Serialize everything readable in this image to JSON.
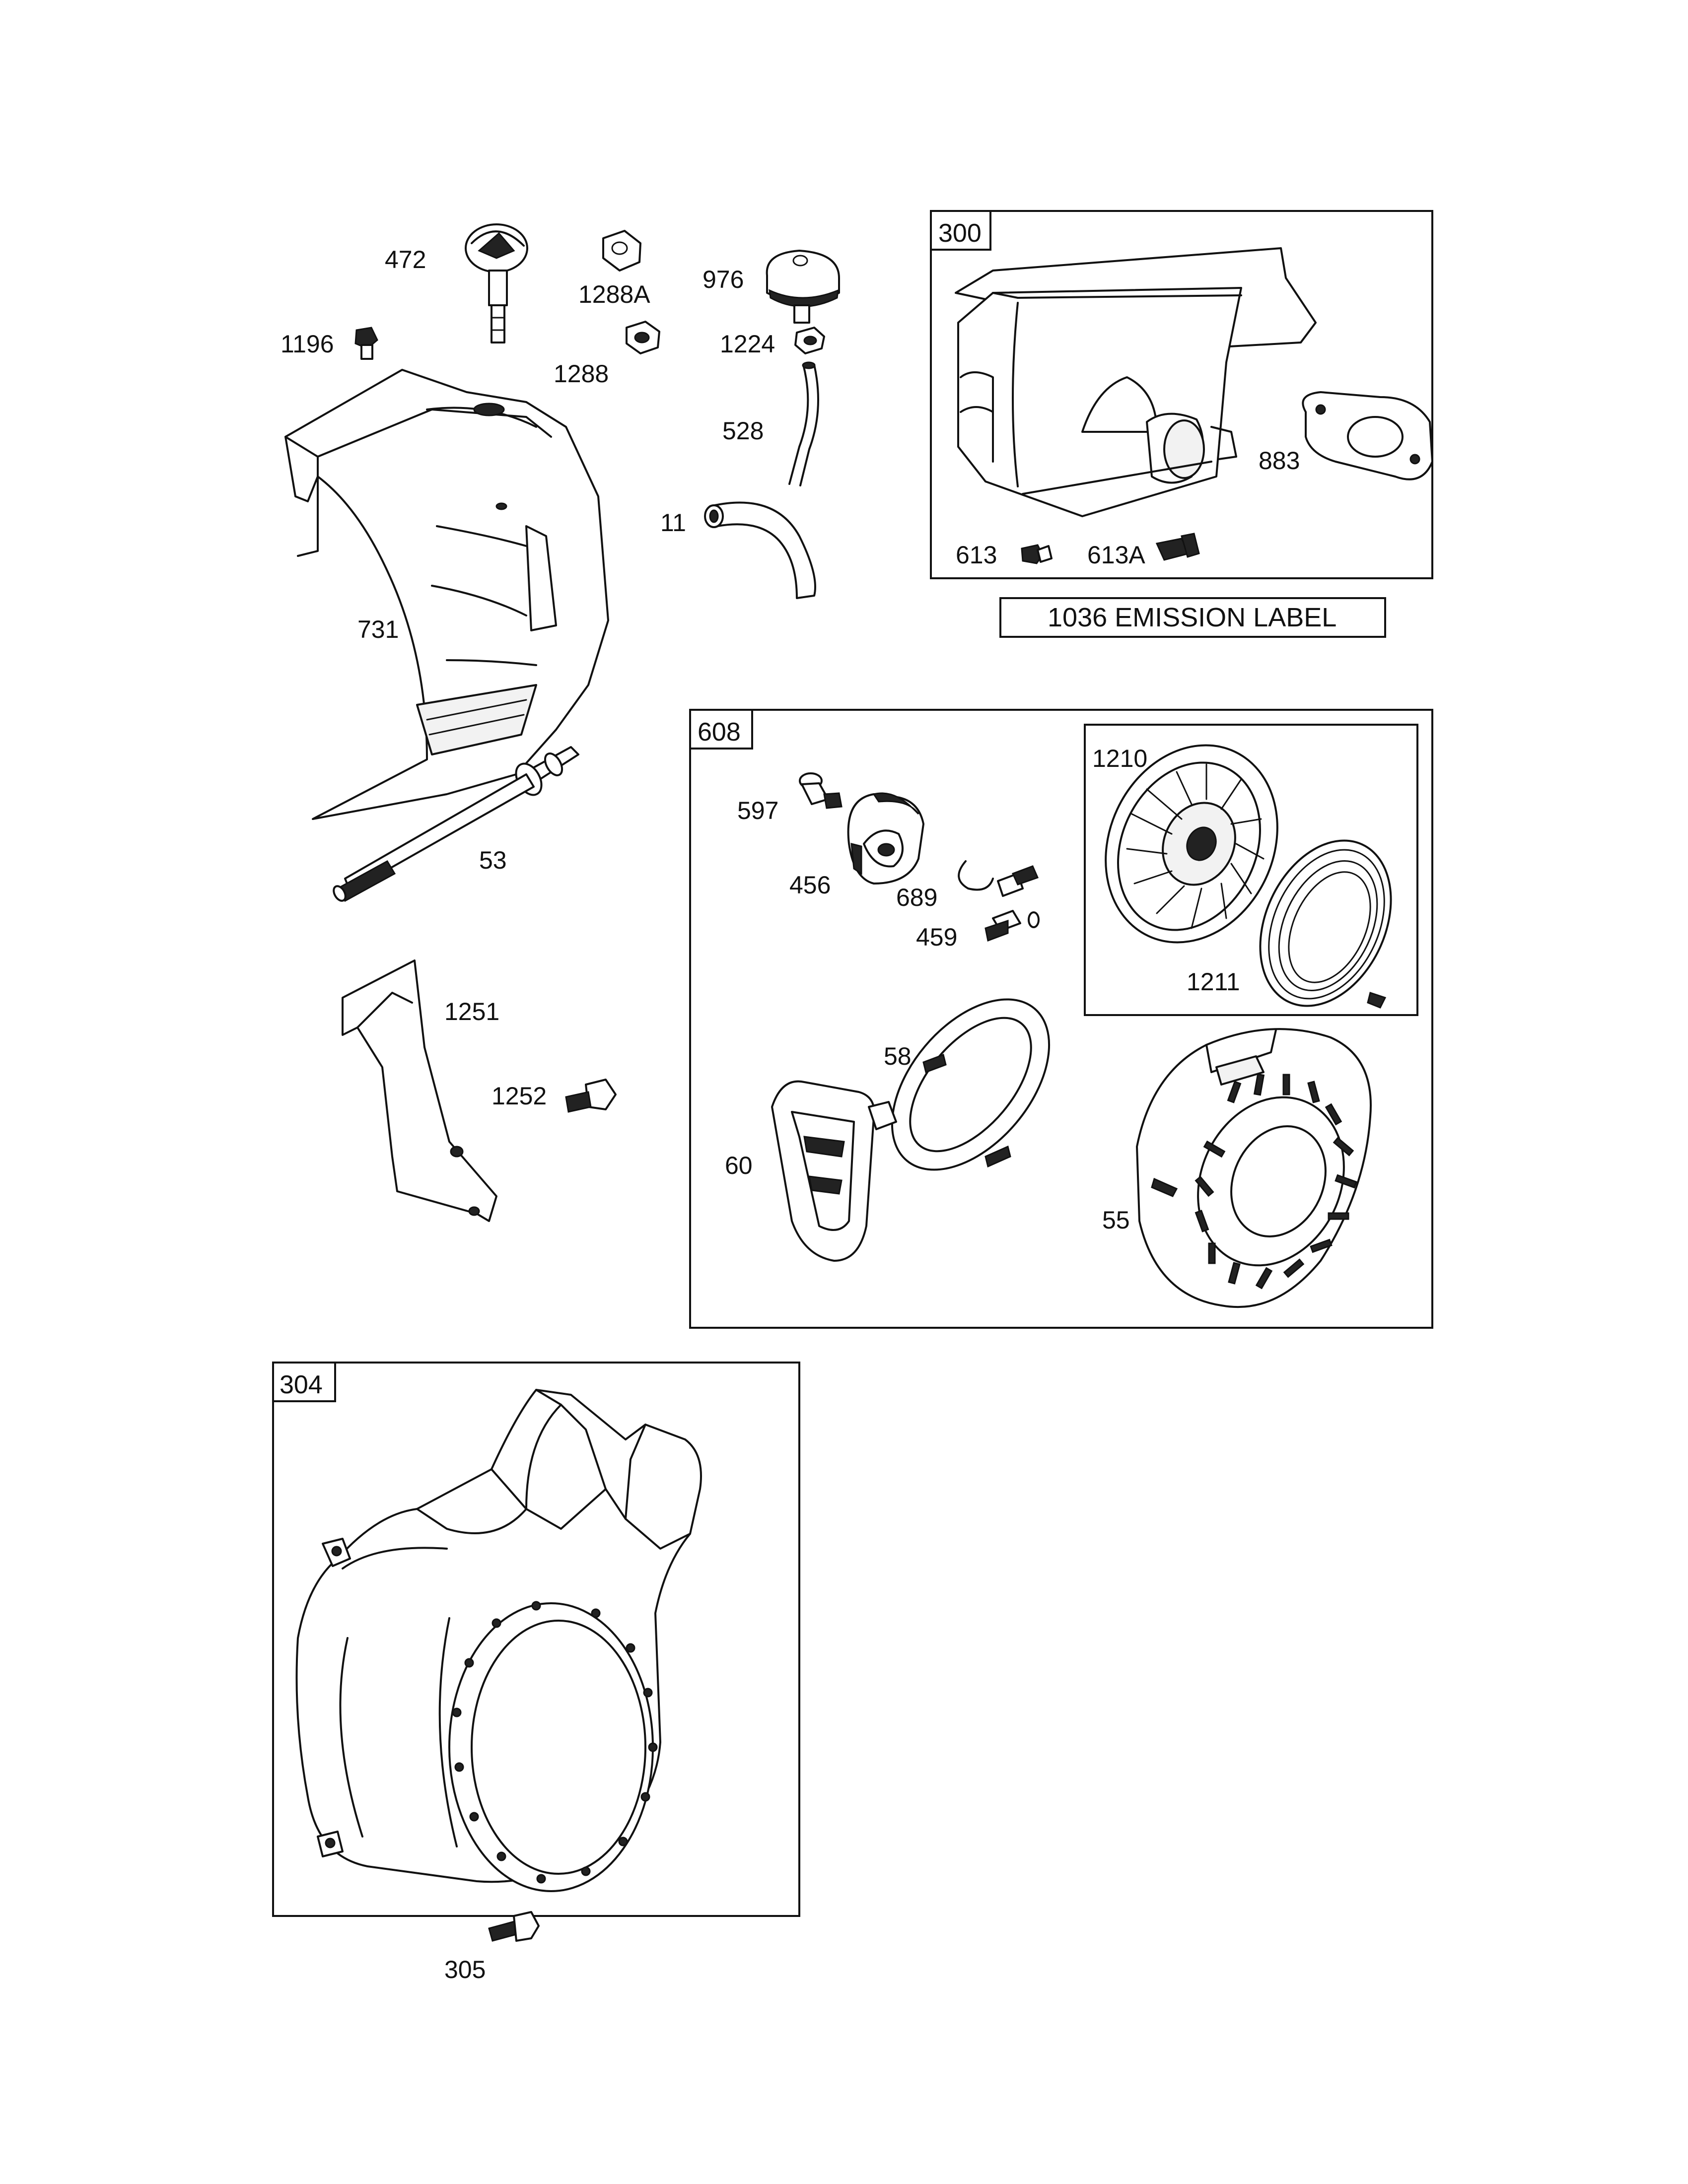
{
  "labels": {
    "p472": "472",
    "p1288A": "1288A",
    "p976": "976",
    "p1196": "1196",
    "p1288": "1288",
    "p1224": "1224",
    "p528": "528",
    "p11": "11",
    "p731": "731",
    "p53": "53",
    "p1251": "1251",
    "p1252": "1252",
    "p300": "300",
    "p883": "883",
    "p613": "613",
    "p613A": "613A",
    "emission_label": "1036 EMISSION LABEL",
    "p608": "608",
    "p597": "597",
    "p456": "456",
    "p689": "689",
    "p459": "459",
    "p1210": "1210",
    "p1211": "1211",
    "p58": "58",
    "p60": "60",
    "p55": "55",
    "p304": "304",
    "p305": "305"
  }
}
